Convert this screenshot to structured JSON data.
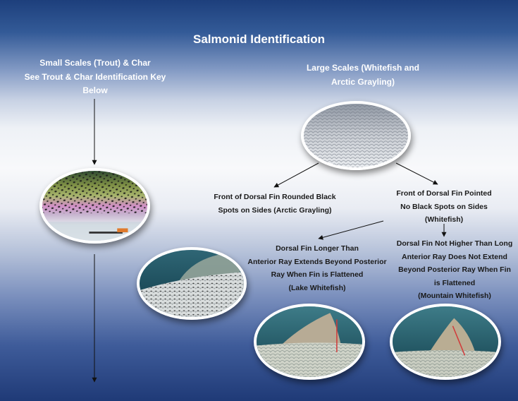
{
  "title": "Salmonid Identification",
  "left_header": [
    "Small Scales (Trout) & Char",
    "See Trout & Char Identification Key",
    "Below"
  ],
  "right_header": [
    "Large Scales (Whitefish and",
    "Arctic Grayling)"
  ],
  "arctic_grayling": [
    "Front of Dorsal Fin Rounded Black",
    "Spots on Sides (Arctic Grayling)"
  ],
  "whitefish": [
    "Front of Dorsal Fin Pointed",
    "No Black Spots on Sides",
    "(Whitefish)"
  ],
  "lake_whitefish": [
    "Dorsal Fin Longer Than",
    "Anterior Ray Extends Beyond Posterior",
    "Ray When Fin is Flattened",
    "(Lake Whitefish)"
  ],
  "mountain_whitefish": [
    "Dorsal Fin Not Higher Than Long",
    "Anterior Ray Does Not Extend",
    "Beyond Posterior Ray When Fin",
    "is Flattened",
    "(Mountain  Whitefish)"
  ],
  "colors": {
    "title_text": "#ffffff",
    "label_text": "#1a1a1a",
    "arrow": "#111111",
    "measure_line": "#d13a3a"
  },
  "images": [
    "trout-scales-photo",
    "large-scales-photo",
    "grayling-dorsal-fin-photo",
    "lake-whitefish-fin-photo",
    "mountain-whitefish-fin-photo"
  ]
}
